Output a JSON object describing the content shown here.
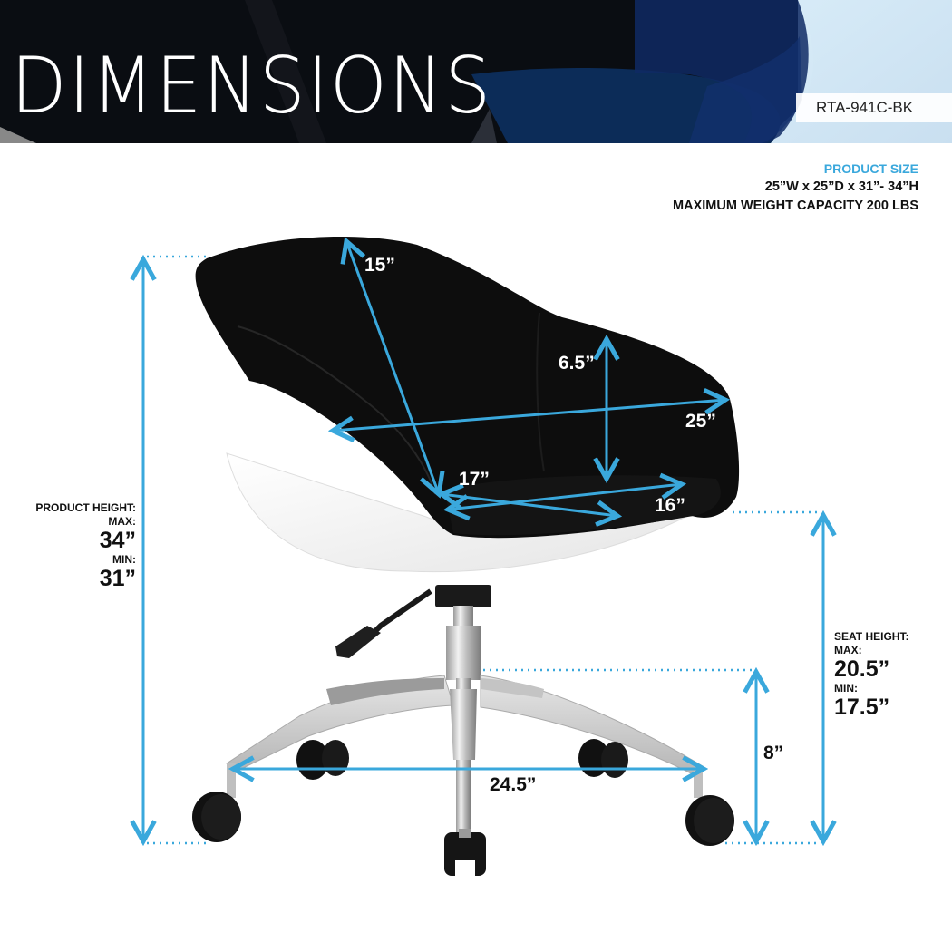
{
  "header": {
    "title": "DIMENSIONS",
    "sku": "RTA-941C-BK"
  },
  "product_size": {
    "label": "PRODUCT SIZE",
    "dimensions": "25”W x 25”D x 31”- 34”H",
    "weight_capacity": "MAXIMUM WEIGHT CAPACITY 200 LBS"
  },
  "product_height": {
    "label": "PRODUCT HEIGHT:",
    "max_label": "MAX:",
    "max_value": "34”",
    "min_label": "MIN:",
    "min_value": "31”"
  },
  "seat_height": {
    "label": "SEAT HEIGHT:",
    "max_label": "MAX:",
    "max_value": "20.5”",
    "min_label": "MIN:",
    "min_value": "17.5”"
  },
  "measurements": {
    "backrest_height": "15”",
    "armrest_height": "6.5”",
    "overall_width": "25”",
    "seat_depth": "17”",
    "seat_width": "16”",
    "base_diameter": "24.5”",
    "base_height": "8”"
  },
  "colors": {
    "accent": "#3aa8dc",
    "text": "#111111",
    "header_bg": "#0a0d12",
    "header_blue": "#0d2a5e"
  },
  "icons": {
    "dimension_arrow": "double-headed-arrow"
  }
}
